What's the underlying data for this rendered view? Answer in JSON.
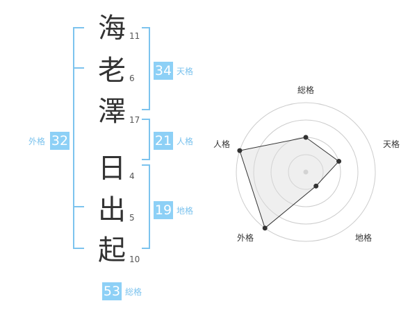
{
  "name": {
    "surname": [
      {
        "char": "海",
        "strokes": "11"
      },
      {
        "char": "老",
        "strokes": "6"
      },
      {
        "char": "澤",
        "strokes": "17"
      }
    ],
    "given": [
      {
        "char": "日",
        "strokes": "4"
      },
      {
        "char": "出",
        "strokes": "5"
      },
      {
        "char": "起",
        "strokes": "10"
      }
    ]
  },
  "fortune": {
    "tenkaku": {
      "label": "天格",
      "value": "34"
    },
    "jinkaku": {
      "label": "人格",
      "value": "21"
    },
    "chikaku": {
      "label": "地格",
      "value": "19"
    },
    "gaikaku": {
      "label": "外格",
      "value": "32"
    },
    "soukaku": {
      "label": "総格",
      "value": "53"
    }
  },
  "colors": {
    "accent": "#8dd0f6",
    "label": "#7cc3ee",
    "bracket": "#7cc3ee",
    "radar_fill": "#f2f2f2",
    "radar_ring": "#cccccc"
  },
  "radar": {
    "axes": [
      "総格",
      "天格",
      "地格",
      "外格",
      "人格"
    ],
    "levels": 4,
    "values": [
      0.5,
      0.5,
      0.25,
      1.0,
      1.0
    ]
  }
}
